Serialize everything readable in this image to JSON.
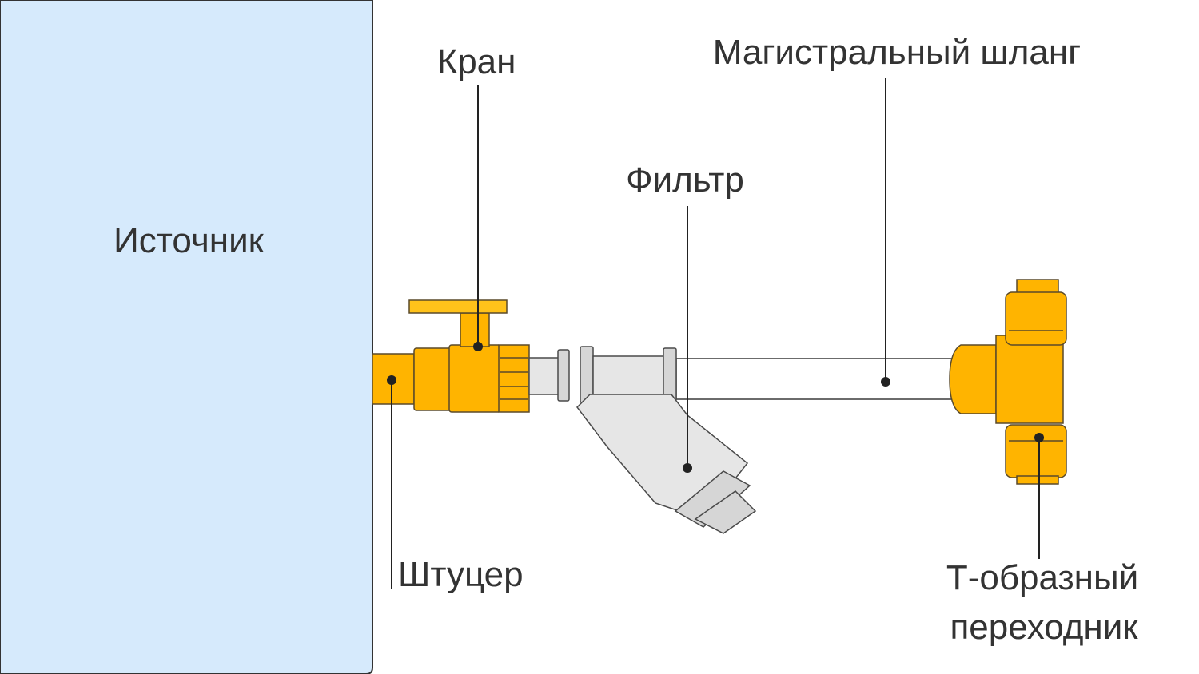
{
  "labels": {
    "source": "Источник",
    "valve": "Кран",
    "main_hose": "Магистральный шланг",
    "filter": "Фильтр",
    "fitting": "Штуцер",
    "tee_line1": "Т-образный",
    "tee_line2": "переходник"
  },
  "colors": {
    "source_fill": "#D6EAFC",
    "source_border": "#333333",
    "brass": "#FFB400",
    "filter_grey": "#E6E6E6",
    "text": "#333333"
  }
}
